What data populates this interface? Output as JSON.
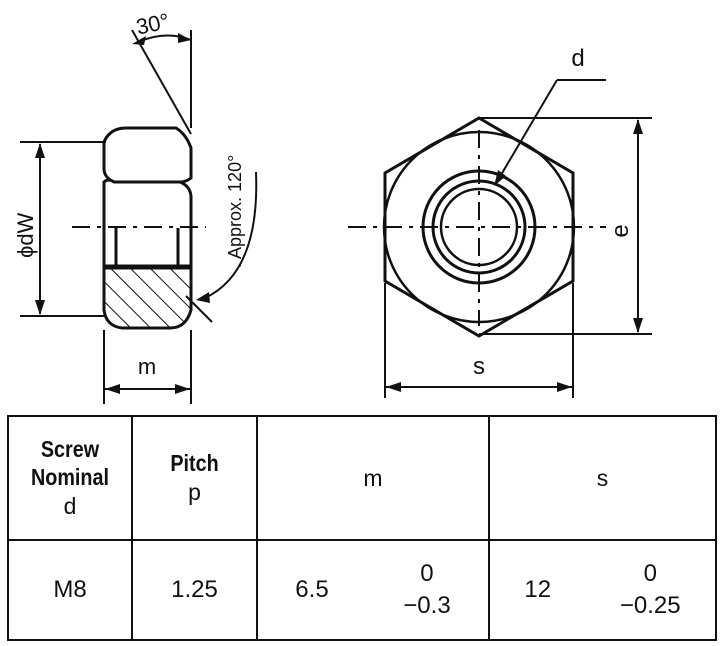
{
  "drawing": {
    "labels": {
      "angle": "30°",
      "approx_angle": ". Approx. 120°",
      "dw": "ϕdW",
      "m": "m",
      "d": "d",
      "e": "e",
      "s": "s"
    }
  },
  "table": {
    "headers": {
      "screw_line1": "Screw",
      "screw_line2": "Nominal",
      "screw_line3": "d",
      "pitch_line1": "Pitch",
      "pitch_line2": "p",
      "m": "m",
      "s": "s"
    },
    "rows": [
      {
        "nominal": "M8",
        "pitch": "1.25",
        "m_value": "6.5",
        "m_tol_upper": "0",
        "m_tol_lower": "−0.3",
        "s_value": "12",
        "s_tol_upper": "0",
        "s_tol_lower": "−0.25"
      }
    ]
  }
}
